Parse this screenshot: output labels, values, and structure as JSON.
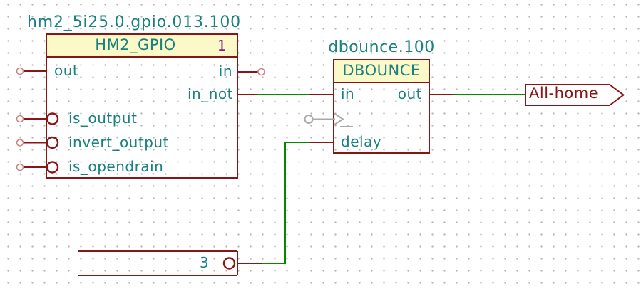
{
  "colors": {
    "canvas_bg": "#ffffff",
    "grid_dot": "#b5b5b5",
    "outline": "#891616",
    "wire": "#008a00",
    "text_teal": "#1a8181",
    "pin_number_purple": "#871f87",
    "header_fill": "#fcf9c8",
    "pin_end": "#cf8080",
    "ghost": "#a9a9a9"
  },
  "hm2_gpio": {
    "ref": "hm2_5i25.0.gpio.013.100",
    "name": "HM2_GPIO",
    "pin_number": "1",
    "pins": {
      "out": "out",
      "in": "in",
      "in_not": "in_not",
      "is_output": "is_output",
      "invert_output": "invert_output",
      "is_opendrain": "is_opendrain"
    }
  },
  "dbounce": {
    "ref": "dbounce.100",
    "name": "DBOUNCE",
    "pins": {
      "in": "in",
      "out": "out",
      "delay": "delay"
    }
  },
  "partial_symbol": {
    "pin_number": "3"
  },
  "global_label": {
    "text": "All-home"
  }
}
